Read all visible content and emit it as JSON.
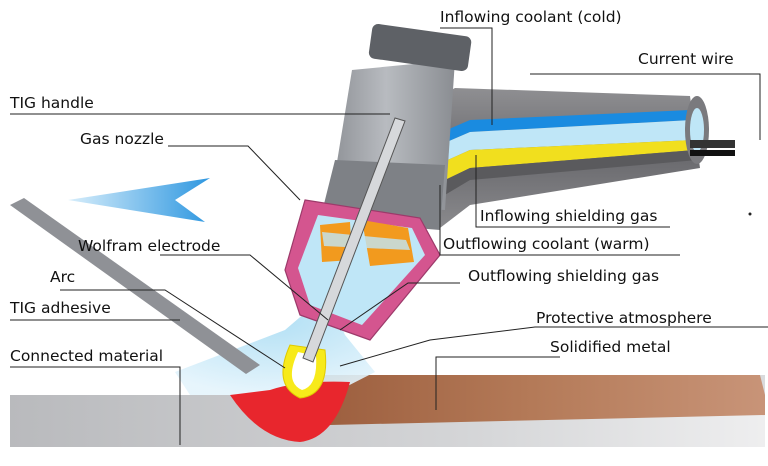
{
  "labels": {
    "inflowing_coolant_cold": "Inflowing coolant (cold)",
    "current_wire": "Current wire",
    "tig_handle": "TIG handle",
    "gas_nozzle": "Gas nozzle",
    "inflowing_shielding_gas": "Inflowing shielding gas",
    "outflowing_coolant_warm": "Outflowing coolant (warm)",
    "wolfram_electrode": "Wolfram electrode",
    "outflowing_shielding_gas": "Outflowing shielding gas",
    "arc": "Arc",
    "tig_adhesive": "TIG adhesive",
    "protective_atmosphere": "Protective atmosphere",
    "solidified_metal": "Solidified metal",
    "connected_material": "Connected material"
  },
  "colors": {
    "handle": "#9ea1a6",
    "cap": "#5e6166",
    "nozzle": "#d4558f",
    "insulator": "#f29a1e",
    "shielding_gas": "#bfe6f7",
    "coolant_cold": "#1a8be0",
    "coolant_warm": "#f1df1e",
    "hose": "#7d7d80",
    "weld_pool": "#e8262d",
    "arc_core": "#f7ea1a",
    "solidified_metal": "#a96d4c",
    "base_material": "#c3c4c7",
    "direction_arrow": "#3fa7e8"
  }
}
